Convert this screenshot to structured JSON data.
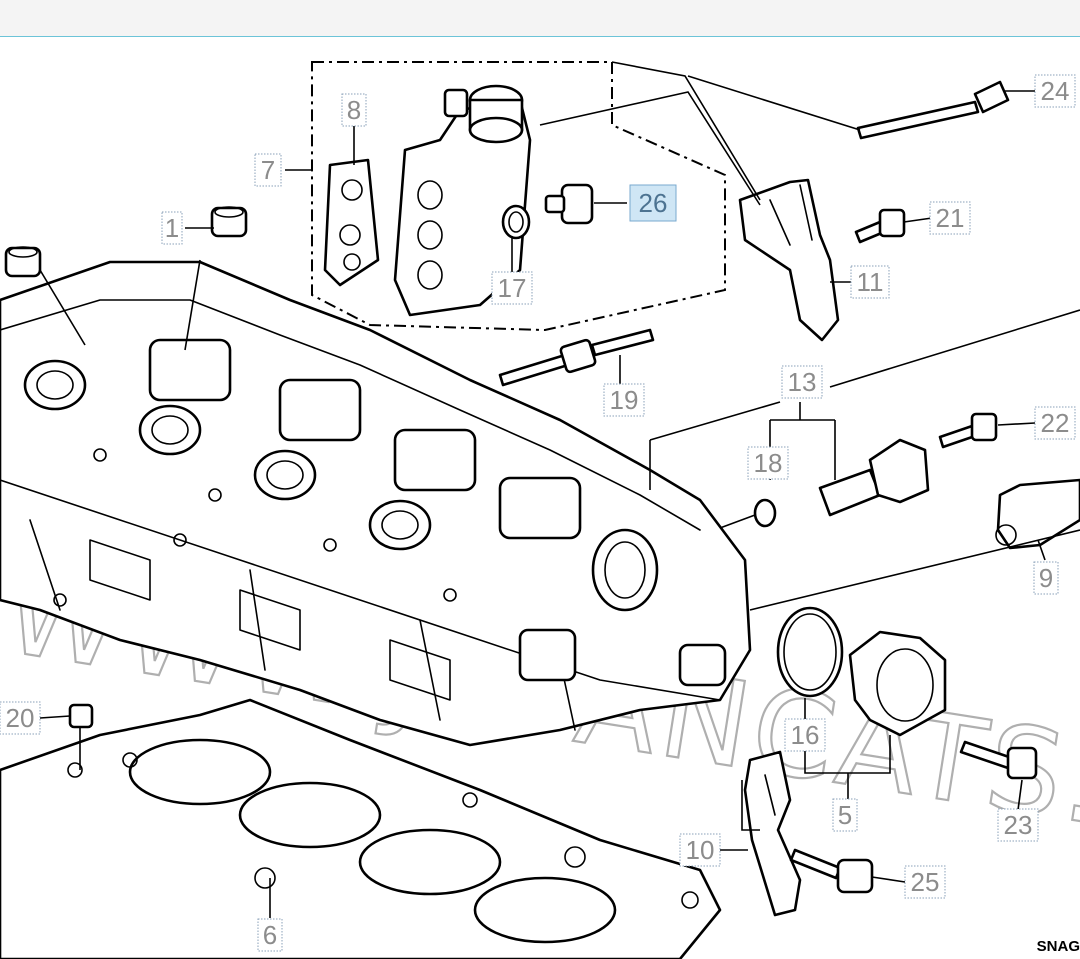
{
  "watermark": "WWW.JAPANCATS.RU",
  "diagram_code": "SNAG",
  "highlight_color": "#cfe6f5",
  "callouts": [
    {
      "id": "c1",
      "label": "1"
    },
    {
      "id": "c5",
      "label": "5"
    },
    {
      "id": "c6",
      "label": "6"
    },
    {
      "id": "c7",
      "label": "7"
    },
    {
      "id": "c8",
      "label": "8"
    },
    {
      "id": "c9",
      "label": "9"
    },
    {
      "id": "c10",
      "label": "10"
    },
    {
      "id": "c11",
      "label": "11"
    },
    {
      "id": "c13",
      "label": "13"
    },
    {
      "id": "c16",
      "label": "16"
    },
    {
      "id": "c17",
      "label": "17"
    },
    {
      "id": "c18",
      "label": "18"
    },
    {
      "id": "c19",
      "label": "19"
    },
    {
      "id": "c20",
      "label": "20"
    },
    {
      "id": "c21",
      "label": "21"
    },
    {
      "id": "c22",
      "label": "22"
    },
    {
      "id": "c23",
      "label": "23"
    },
    {
      "id": "c24",
      "label": "24"
    },
    {
      "id": "c25",
      "label": "25"
    },
    {
      "id": "c26",
      "label": "26",
      "highlighted": true
    }
  ]
}
